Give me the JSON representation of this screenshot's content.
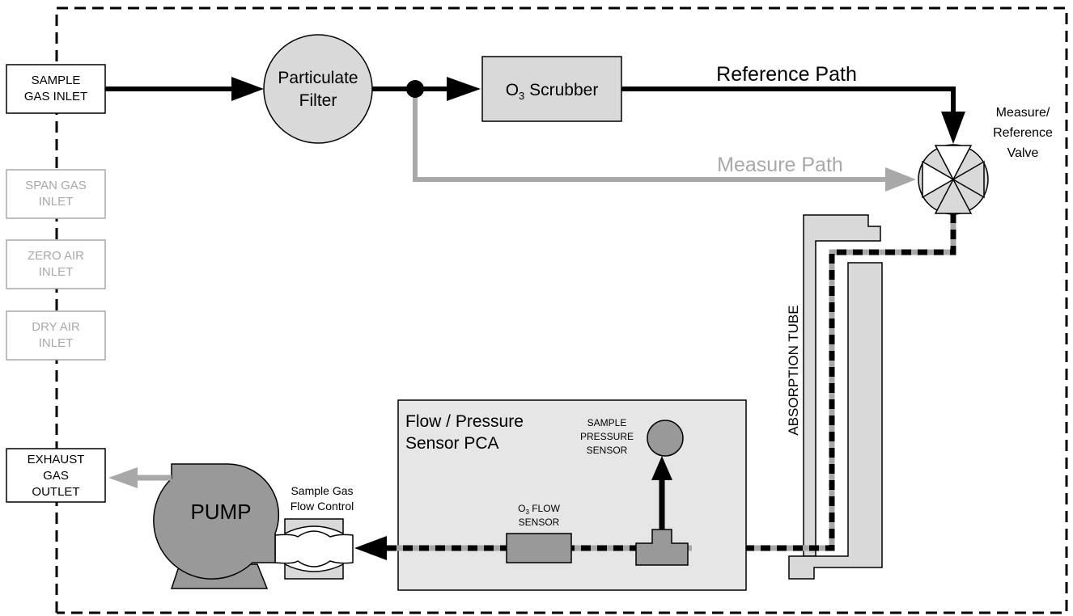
{
  "inlets": {
    "sample": [
      "SAMPLE",
      "GAS INLET"
    ],
    "span": [
      "SPAN GAS",
      "INLET"
    ],
    "zero": [
      "ZERO AIR",
      "INLET"
    ],
    "dry": [
      "DRY AIR",
      "INLET"
    ],
    "exhaust": [
      "EXHAUST",
      "GAS",
      "OUTLET"
    ]
  },
  "filter": [
    "Particulate",
    "Filter"
  ],
  "scrubber": {
    "main": "O",
    "sub": "3",
    "rest": " Scrubber"
  },
  "paths": {
    "reference": "Reference Path",
    "measure": "Measure Path"
  },
  "valve": [
    "Measure/",
    "Reference",
    "Valve"
  ],
  "absorption_tube": "ABSORPTION TUBE",
  "pca": {
    "title_line1": "Flow / Pressure",
    "title_line2": "Sensor PCA"
  },
  "pressure_sensor": [
    "SAMPLE",
    "PRESSURE",
    "SENSOR"
  ],
  "flow_sensor": {
    "main": "O",
    "sub": "3",
    "rest": " FLOW",
    "line2": "SENSOR"
  },
  "flow_control": [
    "Sample Gas",
    "Flow Control"
  ],
  "pump": "PUMP",
  "colors": {
    "primary": "#000000",
    "inactive": "#a8a8a8",
    "fill": "#d9d9d9",
    "sensor": "#999999"
  }
}
